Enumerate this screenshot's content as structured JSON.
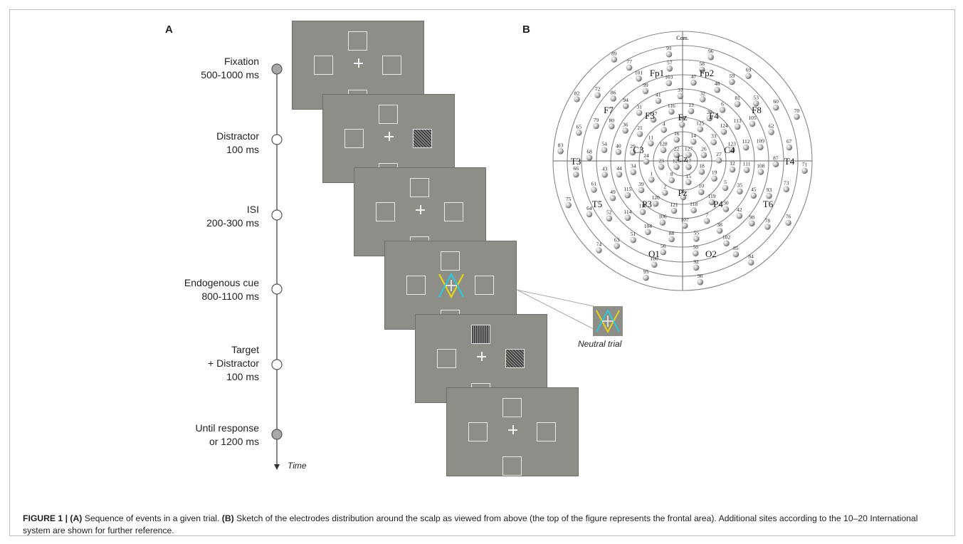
{
  "panel_a": {
    "letter": "A",
    "events": [
      {
        "name": "Fixation",
        "duration": "500-1000 ms",
        "marker": "filled"
      },
      {
        "name": "Distractor",
        "duration": "100 ms",
        "marker": "open"
      },
      {
        "name": "ISI",
        "duration": "200-300 ms",
        "marker": "open"
      },
      {
        "name": "Endogenous cue",
        "duration": "800-1100 ms",
        "marker": "open"
      },
      {
        "name": "Target",
        "name2": "+ Distractor",
        "duration": "100 ms",
        "marker": "open"
      },
      {
        "name": "Until response",
        "duration": "or 1200 ms",
        "marker": "filled"
      }
    ],
    "time_label": "Time",
    "inset_label": "Neutral trial"
  },
  "panel_b": {
    "letter": "B",
    "top_label": "Com.",
    "electrodes": [
      "127",
      "17",
      "126",
      "22",
      "14",
      "26",
      "18",
      "15",
      "8",
      "23",
      "128",
      "16",
      "125",
      "33",
      "27",
      "19",
      "10",
      "3",
      "2",
      "1",
      "24",
      "11",
      "4",
      "28",
      "20",
      "124",
      "123",
      "12",
      "5",
      "119",
      "118",
      "121",
      "120",
      "39",
      "34",
      "29",
      "21",
      "117",
      "116",
      "13",
      "6",
      "113",
      "112",
      "111",
      "35",
      "30",
      "7",
      "107",
      "106",
      "110",
      "115",
      "44",
      "40",
      "36",
      "31",
      "41",
      "37",
      "32",
      "81",
      "105",
      "109",
      "108",
      "45",
      "42",
      "38",
      "55",
      "88",
      "104",
      "114",
      "49",
      "43",
      "54",
      "80",
      "94",
      "99",
      "103",
      "47",
      "48",
      "53",
      "62",
      "87",
      "93",
      "98",
      "102",
      "50",
      "56",
      "51",
      "52",
      "61",
      "68",
      "79",
      "86",
      "101",
      "57",
      "58",
      "59",
      "60",
      "67",
      "73",
      "78",
      "85",
      "92",
      "100",
      "63",
      "64",
      "66",
      "65",
      "72",
      "77",
      "91",
      "96",
      "69",
      "70",
      "71",
      "76",
      "84",
      "90",
      "95",
      "74",
      "75",
      "83",
      "82",
      "89"
    ],
    "sites_1020": [
      "Fp1",
      "Fp2",
      "F7",
      "F3",
      "Fz",
      "F4",
      "F8",
      "T3",
      "C3",
      "Cz",
      "C4",
      "T4",
      "T5",
      "P3",
      "Pz",
      "P4",
      "T6",
      "O1",
      "O2"
    ]
  },
  "caption": {
    "prefix": "FIGURE 1 | ",
    "a_tag": "(A)",
    "a_text": " Sequence of events in a given trial. ",
    "b_tag": "(B)",
    "b_text": " Sketch of the electrodes distribution around the scalp as viewed from above (the top of the figure represents the frontal area). Additional sites according to the 10–20 International system are shown for further reference."
  }
}
